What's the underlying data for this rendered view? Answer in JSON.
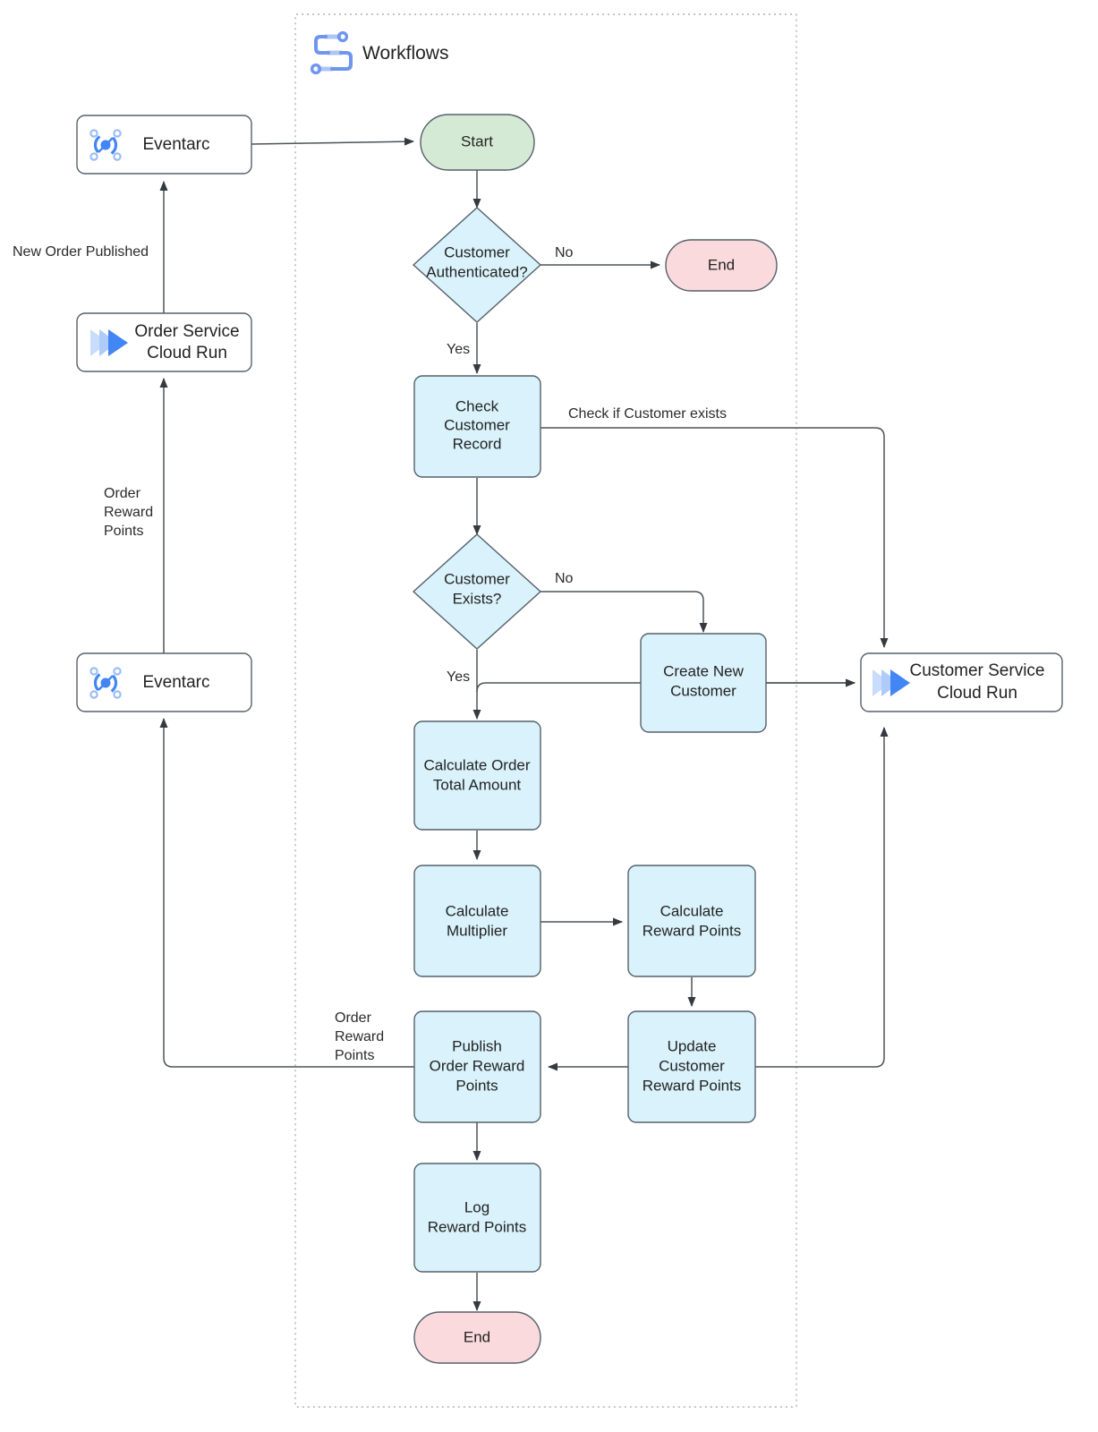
{
  "container": {
    "label": "Workflows",
    "icon": "workflows-icon"
  },
  "colors": {
    "process_fill": "#d9f2fb",
    "start_fill": "#d5ead5",
    "end_fill": "#fadadd",
    "decision_fill": "#d9f2fb",
    "service_fill": "#ffffff",
    "stroke": "#55606b",
    "edge": "#4d5358",
    "container_stroke": "#b0b0b0",
    "gcp_blue": "#4285f4",
    "gcp_blue_light": "#a6c8fa"
  },
  "services": {
    "eventarc_top": {
      "label": "Eventarc",
      "icon": "eventarc-icon"
    },
    "order_service": {
      "line1": "Order Service",
      "line2": "Cloud Run",
      "icon": "cloud-run-icon"
    },
    "eventarc_bottom": {
      "label": "Eventarc",
      "icon": "eventarc-icon"
    },
    "customer_service": {
      "line1": "Customer Service",
      "line2": "Cloud Run",
      "icon": "cloud-run-icon"
    }
  },
  "nodes": {
    "start": {
      "label": "Start",
      "shape": "stadium"
    },
    "customer_authenticated": {
      "line1": "Customer",
      "line2": "Authenticated?",
      "shape": "diamond"
    },
    "end_top": {
      "label": "End",
      "shape": "stadium"
    },
    "check_customer_record": {
      "line1": "Check",
      "line2": "Customer",
      "line3": "Record",
      "shape": "process"
    },
    "customer_exists": {
      "line1": "Customer",
      "line2": "Exists?",
      "shape": "diamond"
    },
    "create_new_customer": {
      "line1": "Create New",
      "line2": "Customer",
      "shape": "process"
    },
    "calculate_order_total": {
      "line1": "Calculate Order",
      "line2": "Total Amount",
      "shape": "process"
    },
    "calculate_multiplier": {
      "line1": "Calculate",
      "line2": "Multiplier",
      "shape": "process"
    },
    "calculate_reward_points": {
      "line1": "Calculate",
      "line2": "Reward Points",
      "shape": "process"
    },
    "update_customer_reward_points": {
      "line1": "Update",
      "line2": "Customer",
      "line3": "Reward Points",
      "shape": "process"
    },
    "publish_order_reward_points": {
      "line1": "Publish",
      "line2": "Order Reward",
      "line3": "Points",
      "shape": "process"
    },
    "log_reward_points": {
      "line1": "Log",
      "line2": "Reward Points",
      "shape": "process"
    },
    "end_bottom": {
      "label": "End",
      "shape": "stadium"
    }
  },
  "edge_labels": {
    "new_order_published": "New Order Published",
    "order_reward_points_left_1": "Order",
    "order_reward_points_left_2": "Reward",
    "order_reward_points_left_3": "Points",
    "auth_no": "No",
    "auth_yes": "Yes",
    "check_if_customer_exists": "Check if Customer exists",
    "exists_no": "No",
    "exists_yes": "Yes",
    "order_reward_points_bottom_1": "Order",
    "order_reward_points_bottom_2": "Reward",
    "order_reward_points_bottom_3": "Points"
  }
}
